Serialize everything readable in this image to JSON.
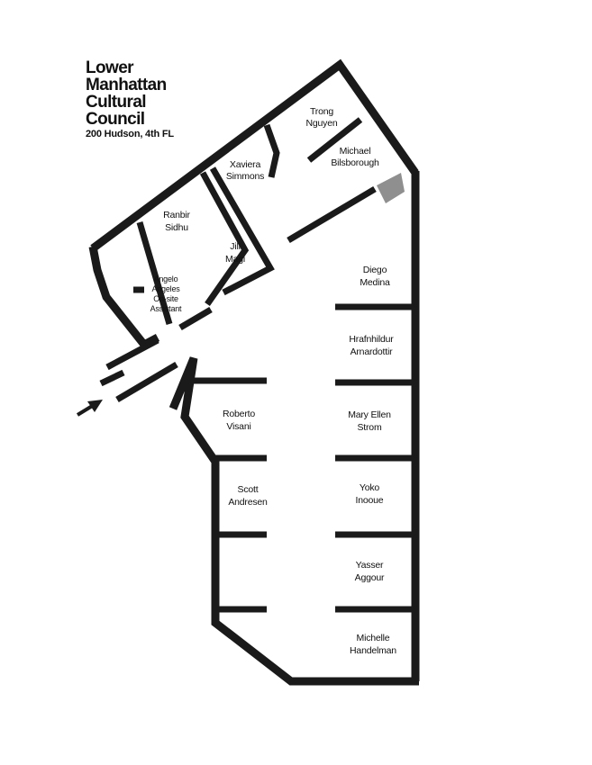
{
  "header": {
    "title_lines": [
      "Lower",
      "Manhattan",
      "Cultural",
      "Council"
    ],
    "address": "200 Hudson, 4th FL"
  },
  "rooms": {
    "trong": [
      "Trong",
      "Nguyen"
    ],
    "michael": [
      "Michael",
      "Bilsborough"
    ],
    "xaviera": [
      "Xaviera",
      "Simmons"
    ],
    "ranbir": [
      "Ranbir",
      "Sidhu"
    ],
    "jill": [
      "Jill",
      "Magi"
    ],
    "angelo": [
      "Angelo",
      "Angeles",
      "On-site",
      "Assistant"
    ],
    "diego": [
      "Diego",
      "Medina"
    ],
    "hrafnhildur": [
      "Hrafnhildur",
      "Arnardottir"
    ],
    "roberto": [
      "Roberto",
      "Visani"
    ],
    "mary": [
      "Mary Ellen",
      "Strom"
    ],
    "scott": [
      "Scott",
      "Andresen"
    ],
    "yoko": [
      "Yoko",
      "Inooue"
    ],
    "yasser": [
      "Yasser",
      "Aggour"
    ],
    "michelle": [
      "Michelle",
      "Handelman"
    ]
  },
  "colors": {
    "ink": "#1a1a1a",
    "shade": "#8f8f8f",
    "paper": "#ffffff"
  },
  "icons": {
    "entrance": "entrance-arrow-icon"
  }
}
